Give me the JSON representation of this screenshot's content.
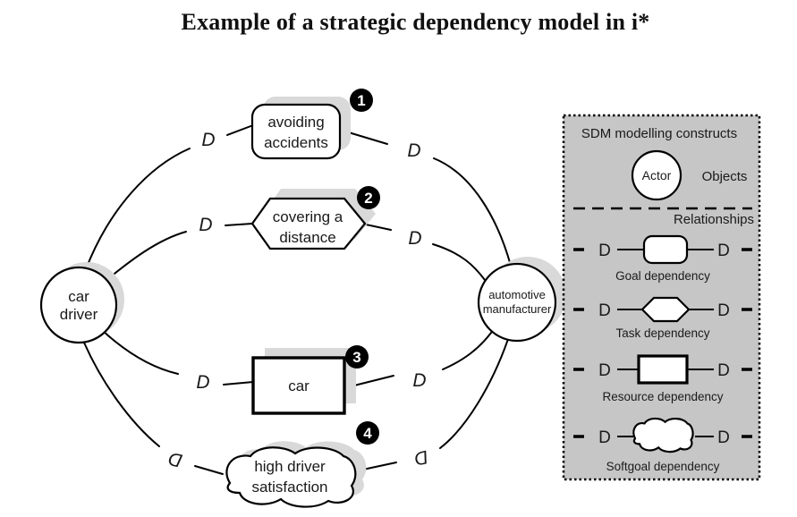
{
  "title": "Example of a strategic dependency model in i*",
  "diagram": {
    "dependency_label": "D",
    "actors": [
      {
        "id": "car-driver",
        "label_lines": [
          "car",
          "driver"
        ]
      },
      {
        "id": "automotive-manufacturer",
        "label_lines": [
          "automotive",
          "manufacturer"
        ]
      }
    ],
    "dependums": [
      {
        "num": "1",
        "type": "goal",
        "label_lines": [
          "avoiding",
          "accidents"
        ]
      },
      {
        "num": "2",
        "type": "task",
        "label_lines": [
          "covering a",
          "distance"
        ]
      },
      {
        "num": "3",
        "type": "resource",
        "label_lines": [
          "car"
        ]
      },
      {
        "num": "4",
        "type": "softgoal",
        "label_lines": [
          "high driver",
          "satisfaction"
        ]
      }
    ]
  },
  "legend": {
    "title": "SDM modelling constructs",
    "d_label": "D",
    "objects_section": {
      "actor_label": "Actor",
      "caption": "Objects"
    },
    "relationships_heading": "Relationships",
    "rows": [
      {
        "type": "goal",
        "label": "Goal dependency"
      },
      {
        "type": "task",
        "label": "Task dependency"
      },
      {
        "type": "resource",
        "label": "Resource dependency"
      },
      {
        "type": "softgoal",
        "label": "Softgoal dependency"
      }
    ]
  },
  "colors": {
    "shadow": "#d9d9d9",
    "legend_background": "#c6c6c6",
    "line": "#000000",
    "badge_background": "#000000",
    "badge_text": "#ffffff",
    "text": "#1a1a1a"
  }
}
